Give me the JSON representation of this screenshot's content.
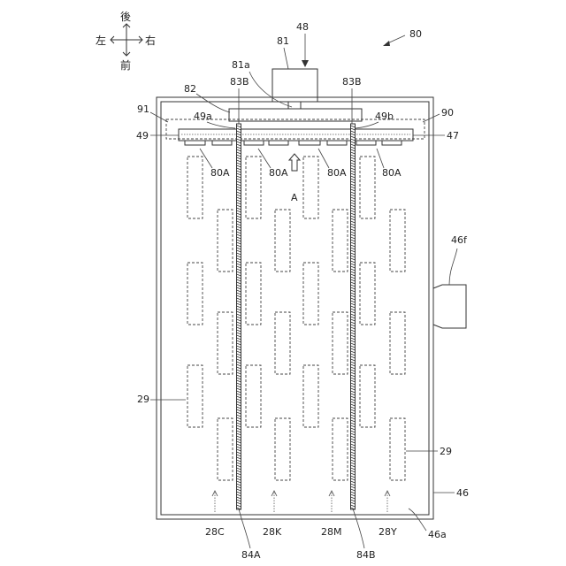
{
  "compass": {
    "back": "後",
    "front": "前",
    "left": "左",
    "right": "右"
  },
  "labels": {
    "l80": "80",
    "l48": "48",
    "l81": "81",
    "l81a": "81a",
    "l82": "82",
    "l83b_left": "83B",
    "l83b_right": "83B",
    "l91": "91",
    "l90": "90",
    "l49a": "49a",
    "l49b": "49b",
    "l49": "49",
    "l47": "47",
    "l80a_1": "80A",
    "l80a_2": "80A",
    "l80a_3": "80A",
    "l80a_4": "80A",
    "arrow_a": "A",
    "l46f": "46f",
    "l29_left": "29",
    "l29_right": "29",
    "l46": "46",
    "l46a": "46a",
    "l28c": "28C",
    "l28k": "28K",
    "l28m": "28M",
    "l28y": "28Y",
    "l84a": "84A",
    "l84b": "84B"
  }
}
